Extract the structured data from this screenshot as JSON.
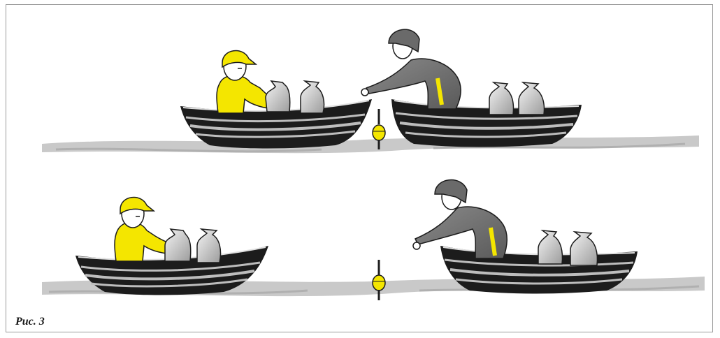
{
  "figure": {
    "caption": "Рис. 3",
    "colors": {
      "yellow_figure": "#f4e600",
      "gray_figure": "#707070",
      "boat_dark": "#1c1c1c",
      "boat_stripe": "#bdbdbd",
      "bag": "#c8c8c8",
      "water": "#c9c9c9",
      "float": "#f4e600"
    },
    "panels": [
      {
        "name": "top-panel",
        "description_hidden": true
      },
      {
        "name": "bottom-panel",
        "description_hidden": true
      }
    ]
  }
}
